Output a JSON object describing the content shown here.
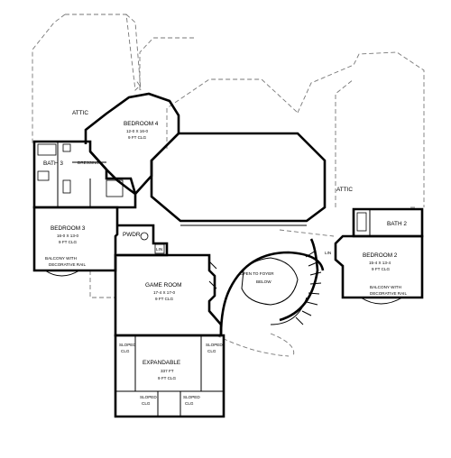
{
  "rooms": {
    "attic_left": {
      "name": "ATTIC"
    },
    "attic_right": {
      "name": "ATTIC"
    },
    "bedroom4": {
      "name": "BEDROOM 4",
      "size": "12-0 X 16-0",
      "ceiling": "9 FT CLG"
    },
    "bath3": {
      "name": "BATH 3"
    },
    "dressing": {
      "name": "DRESSING"
    },
    "bedroom3": {
      "name": "BEDROOM 3",
      "size": "16-0 X 13-0",
      "ceiling": "9 FT CLG"
    },
    "balcony_left": {
      "line1": "BALCONY WITH",
      "line2": "DECORATIVE RAIL"
    },
    "pwdr": {
      "name": "PWDR"
    },
    "lin_left": {
      "name": "LIN"
    },
    "game_room": {
      "name": "GAME ROOM",
      "size": "17-4 X 17-0",
      "ceiling": "9 FT CLG"
    },
    "foyer": {
      "line1": "OPEN TO FOYER",
      "line2": "BELOW"
    },
    "bath2": {
      "name": "BATH 2"
    },
    "bedroom2": {
      "name": "BEDROOM 2",
      "size": "15-4 X 13-4",
      "ceiling": "9 FT CLG"
    },
    "balcony_right": {
      "line1": "BALCONY WITH",
      "line2": "DECORATIVE RAIL"
    },
    "lin_right": {
      "name": "LIN"
    },
    "expandable": {
      "name": "EXPANDABLE",
      "area": "337 FT",
      "ceiling": "9 FT CLG"
    },
    "sloped_left": {
      "line1": "SLOPED",
      "line2": "CLG"
    },
    "sloped_right": {
      "line1": "SLOPED",
      "line2": "CLG"
    },
    "sloped_bottom_left": {
      "line1": "SLOPED",
      "line2": "CLG"
    },
    "sloped_bottom_right": {
      "line1": "SLOPED",
      "line2": "CLG"
    }
  }
}
